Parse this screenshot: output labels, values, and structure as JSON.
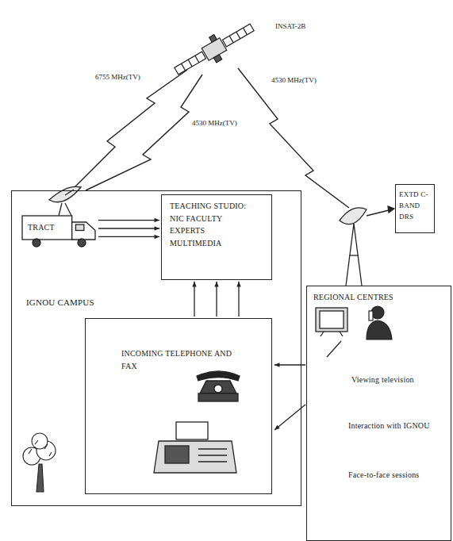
{
  "diagram": {
    "nodes": [
      {
        "text": [
          "IGNOU CAMPUS"
        ]
      },
      {
        "text": [
          "TRACT"
        ],
        "in": 0
      },
      {
        "text": [
          "TEACHING STUDIO: NIC FACULTY EXPERTS MULTIMEDIA"
        ],
        "in": 0
      },
      {
        "text": [
          "INCOMING TELEPHONE AND FAX"
        ],
        "in": 0
      },
      {
        "text": [
          "EXTD C-BAND DRS"
        ]
      },
      {
        "text": [
          "REGIONAL CENTRES",
          "Viewing television",
          "Interaction with IGNOU",
          "Face-to-face sessions"
        ]
      }
    ],
    "edges": [
      {
        "from": 1,
        "to": 2,
        "arrow": "to"
      },
      {
        "from": 3,
        "to": 2,
        "arrow": "to"
      },
      {
        "from": 5,
        "to": 3,
        "arrow": "to"
      }
    ],
    "labels": [
      "INSAT-2B",
      "6755 MHz(TV)",
      "4530 MHz(TV)",
      "4530 MHz(TV)"
    ]
  }
}
